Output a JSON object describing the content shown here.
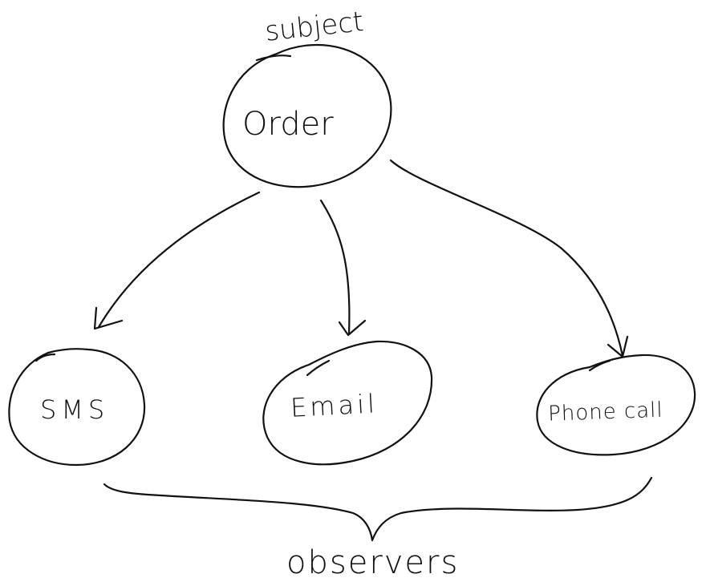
{
  "diagram": {
    "subject_label": "subject",
    "observers_label": "observers",
    "nodes": {
      "order": "Order",
      "sms": "SMS",
      "email": "Email",
      "phone": "Phone call"
    },
    "edges": [
      {
        "from": "order",
        "to": "sms"
      },
      {
        "from": "order",
        "to": "email"
      },
      {
        "from": "order",
        "to": "phone"
      }
    ],
    "colors": {
      "ink": "#111111",
      "background": "#ffffff"
    }
  }
}
